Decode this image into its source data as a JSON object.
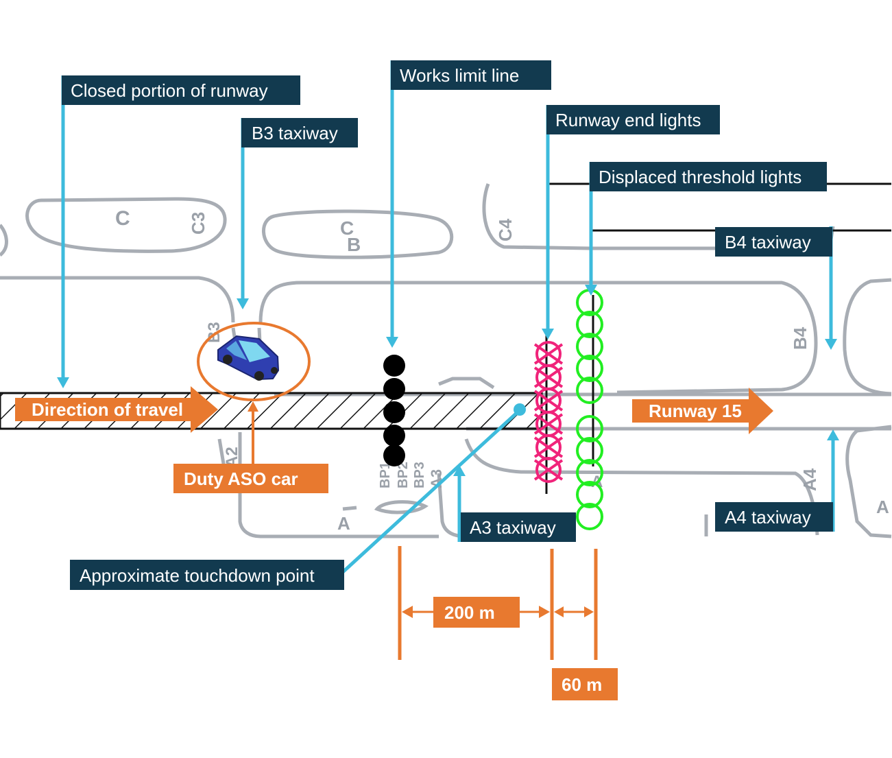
{
  "colors": {
    "callout_bg": "#123a4f",
    "callout_line": "#3dbbdc",
    "orange": "#e8792f",
    "runway_end_lights": "#f0237a",
    "threshold_lights": "#22ee22",
    "works_limit_lights": "#000000",
    "plan_lines": "#a8adb4"
  },
  "callouts": {
    "closed_runway": "Closed portion of runway",
    "b3_taxiway": "B3 taxiway",
    "works_limit_line": "Works limit line",
    "runway_end_lights": "Runway end lights",
    "displaced_threshold_lights": "Displaced threshold lights",
    "b4_taxiway": "B4 taxiway",
    "a3_taxiway": "A3 taxiway",
    "a4_taxiway": "A4 taxiway",
    "touchdown_point": "Approximate touchdown point"
  },
  "arrows": {
    "direction_of_travel": "Direction of travel",
    "runway_15": "Runway 15"
  },
  "duty_aso_car": "Duty ASO car",
  "dimensions": {
    "first": "200 m",
    "second": "60 m"
  },
  "plan_markings": {
    "c1": "C",
    "c3": "C3",
    "c2": "C",
    "b": "B",
    "c4": "C4",
    "b3": "B3",
    "b4": "B4",
    "a2": "A2",
    "a4": "A4",
    "bp1": "BP1",
    "bp2": "BP2",
    "bp3": "BP3",
    "a3": "A3",
    "a_left": "A",
    "a_mid": "A",
    "a_right": "A"
  }
}
